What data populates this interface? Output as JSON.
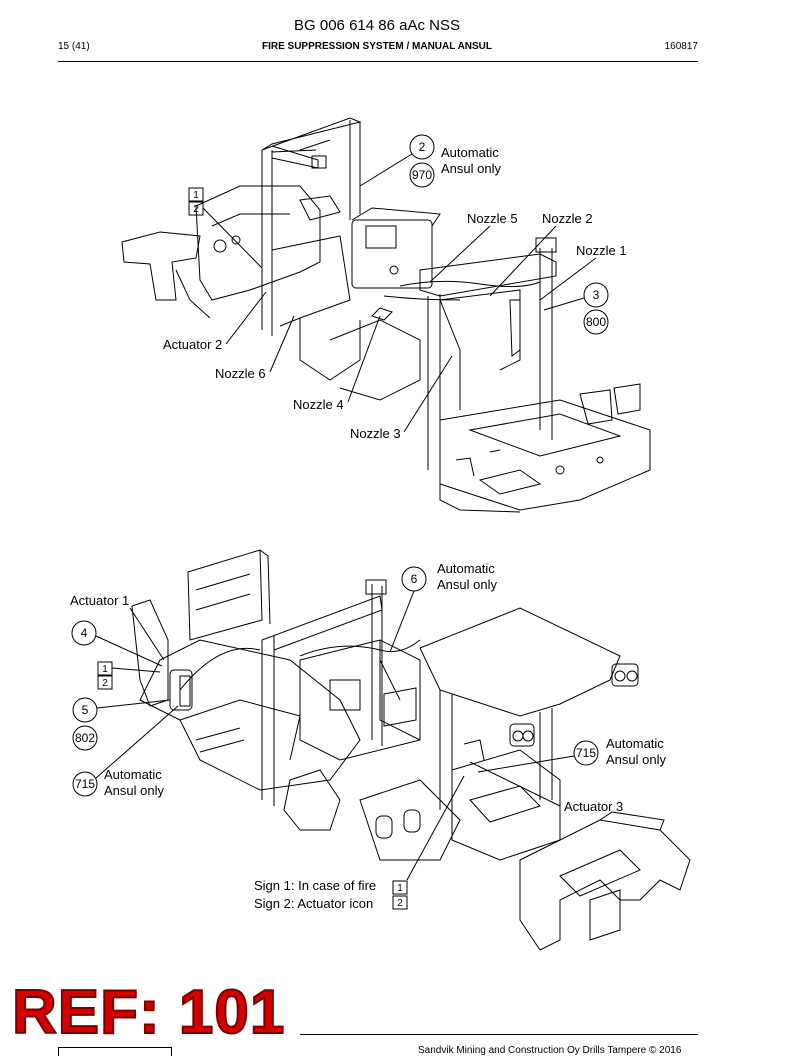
{
  "header": {
    "doc_id": "BG 006 614 86 aAc NSS",
    "page": "15 (41)",
    "section": "FIRE SUPPRESSION SYSTEM / MANUAL ANSUL",
    "date": "160817"
  },
  "figure_top": {
    "callouts": {
      "auto_label_line1": "Automatic",
      "auto_label_line2": "Ansul only",
      "item_2": "2",
      "qty_970": "970",
      "sign_1": "1",
      "sign_2": "2",
      "nozzle_5": "Nozzle 5",
      "nozzle_2": "Nozzle 2",
      "nozzle_1": "Nozzle 1",
      "item_3": "3",
      "qty_800": "800",
      "actuator_2": "Actuator 2",
      "nozzle_6": "Nozzle 6",
      "nozzle_4": "Nozzle 4",
      "nozzle_3": "Nozzle 3"
    }
  },
  "figure_bottom": {
    "callouts": {
      "auto_a_line1": "Automatic",
      "auto_a_line2": "Ansul only",
      "item_6": "6",
      "actuator_1": "Actuator 1",
      "item_4": "4",
      "sign_1": "1",
      "sign_2": "2",
      "item_5": "5",
      "qty_802": "802",
      "qty_715_left": "715",
      "auto_b_line1": "Automatic",
      "auto_b_line2": "Ansul only",
      "qty_715_right": "715",
      "auto_c_line1": "Automatic",
      "auto_c_line2": "Ansul only",
      "actuator_3": "Actuator 3",
      "sign_legend_1": "Sign 1: In case of fire",
      "sign_legend_2": "Sign 2: Actuator icon",
      "legend_box_1": "1",
      "legend_box_2": "2"
    }
  },
  "stamp": {
    "text": "REF: 101"
  },
  "footer": {
    "text": "Sandvik Mining and Construction Oy Drills Tampere © 2016"
  }
}
